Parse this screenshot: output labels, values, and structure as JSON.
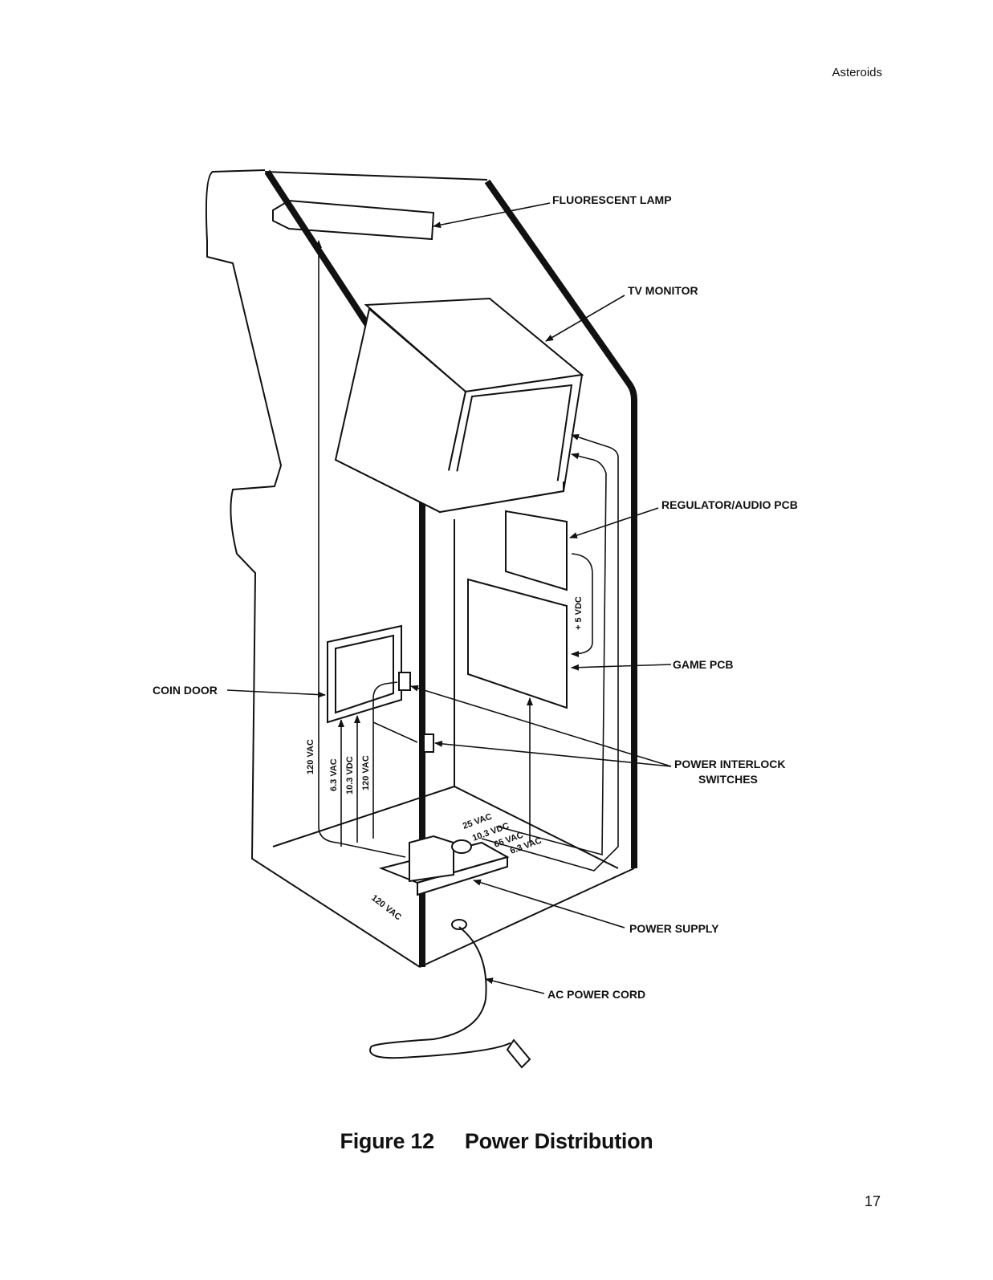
{
  "header": {
    "running_title": "Asteroids"
  },
  "figure": {
    "number": "Figure 12",
    "title": "Power Distribution"
  },
  "labels": {
    "fluorescent_lamp": "FLUORESCENT LAMP",
    "tv_monitor": "TV MONITOR",
    "regulator_audio_pcb": "REGULATOR/AUDIO PCB",
    "game_pcb": "GAME PCB",
    "coin_door": "COIN DOOR",
    "power_interlock_line1": "POWER INTERLOCK",
    "power_interlock_line2": "SWITCHES",
    "power_supply": "POWER SUPPLY",
    "ac_power_cord": "AC POWER CORD"
  },
  "voltages": {
    "lamp_feed": "120 VAC",
    "coin_6_3": "6.3 VAC",
    "coin_10_3": "10.3 VDC",
    "coin_120": "120 VAC",
    "pcb_5vdc": "+ 5 VDC",
    "ps_25vac": "25 VAC",
    "ps_10_3vdc": "10.3 VDC",
    "ps_65vac": "65 VAC",
    "ps_6_3vac": "6.3 VAC",
    "cord_120vac": "120 VAC"
  },
  "page_number": "17"
}
